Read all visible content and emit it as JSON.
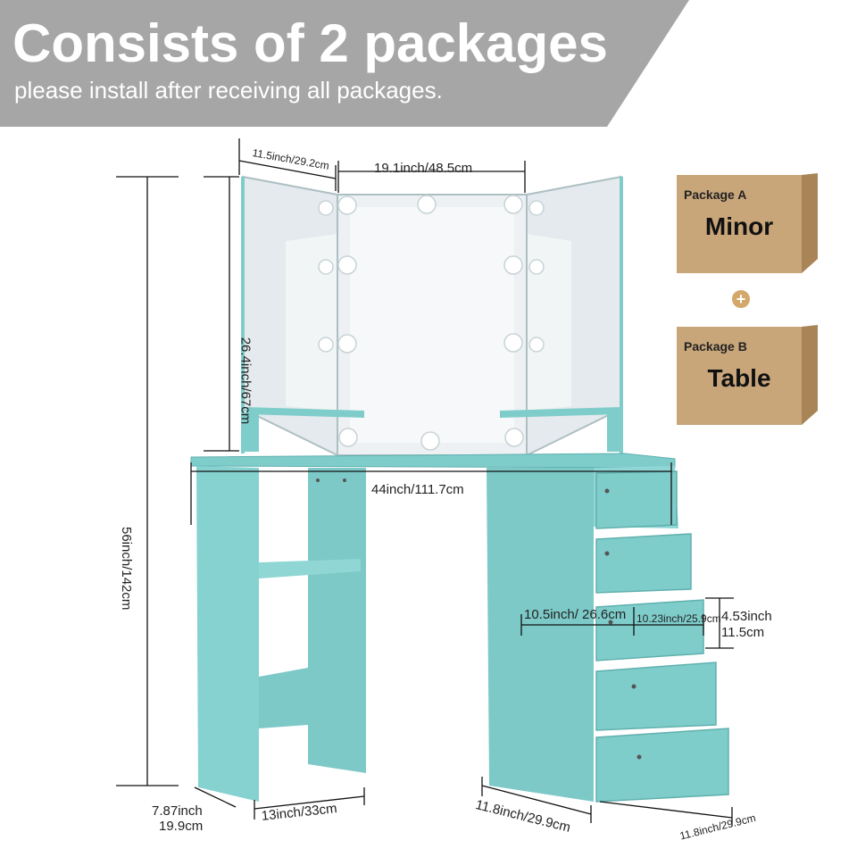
{
  "banner": {
    "title": "Consists of 2 packages",
    "subtitle": "please install after receiving all packages."
  },
  "packages": [
    {
      "label": "Package A",
      "name": "Minor"
    },
    {
      "label": "Package B",
      "name": "Table"
    }
  ],
  "plus_icon": "plus-icon",
  "dimensions": {
    "mirror_side_width": "11.5inch/29.2cm",
    "mirror_center_width": "19.1inch/48.5cm",
    "mirror_height": "26.4inch/67cm",
    "total_height": "56inch/142cm",
    "table_width": "44inch/111.7cm",
    "drawer_width_outer": "10.5inch/ 26.6cm",
    "drawer_width_inner": "10.23inch/25.9cm",
    "drawer_height_in": "4.53inch",
    "drawer_height_cm": "11.5cm",
    "left_leg_depth_in": "7.87inch",
    "left_leg_depth_cm": "19.9cm",
    "left_leg_width": "13inch/33cm",
    "cabinet_depth": "11.8inch/29.9cm",
    "cabinet_side_depth": "11.8inch/29.9cm"
  },
  "colors": {
    "banner_gray": "#a6a6a6",
    "furniture_teal": "#7fcdcb",
    "cardboard": "#c9a57a"
  }
}
